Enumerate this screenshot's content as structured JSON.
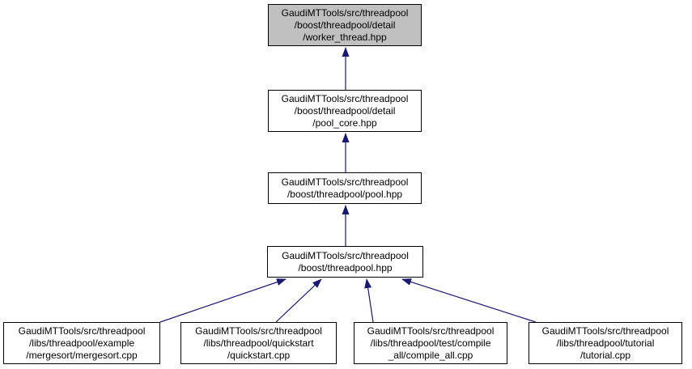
{
  "colors": {
    "edge": "#191970",
    "border": "#000000",
    "node_fill": "#ffffff",
    "selected_node_fill": "#c0c0c0",
    "text": "#000000",
    "background": "#ffffff"
  },
  "nodes": [
    {
      "id": "worker_thread",
      "selected": true,
      "lines": [
        "GaudiMTTools/src/threadpool",
        "/boost/threadpool/detail",
        "/worker_thread.hpp"
      ]
    },
    {
      "id": "pool_core",
      "selected": false,
      "lines": [
        "GaudiMTTools/src/threadpool",
        "/boost/threadpool/detail",
        "/pool_core.hpp"
      ]
    },
    {
      "id": "pool",
      "selected": false,
      "lines": [
        "GaudiMTTools/src/threadpool",
        "/boost/threadpool/pool.hpp"
      ]
    },
    {
      "id": "threadpool",
      "selected": false,
      "lines": [
        "GaudiMTTools/src/threadpool",
        "/boost/threadpool.hpp"
      ]
    },
    {
      "id": "mergesort",
      "selected": false,
      "lines": [
        "GaudiMTTools/src/threadpool",
        "/libs/threadpool/example",
        "/mergesort/mergesort.cpp"
      ]
    },
    {
      "id": "quickstart",
      "selected": false,
      "lines": [
        "GaudiMTTools/src/threadpool",
        "/libs/threadpool/quickstart",
        "/quickstart.cpp"
      ]
    },
    {
      "id": "compile_all",
      "selected": false,
      "lines": [
        "GaudiMTTools/src/threadpool",
        "/libs/threadpool/test/compile",
        "_all/compile_all.cpp"
      ]
    },
    {
      "id": "tutorial",
      "selected": false,
      "lines": [
        "GaudiMTTools/src/threadpool",
        "/libs/threadpool/tutorial",
        "/tutorial.cpp"
      ]
    }
  ],
  "edges": [
    {
      "from": "pool_core",
      "to": "worker_thread"
    },
    {
      "from": "pool",
      "to": "pool_core"
    },
    {
      "from": "threadpool",
      "to": "pool"
    },
    {
      "from": "mergesort",
      "to": "threadpool"
    },
    {
      "from": "quickstart",
      "to": "threadpool"
    },
    {
      "from": "compile_all",
      "to": "threadpool"
    },
    {
      "from": "tutorial",
      "to": "threadpool"
    }
  ]
}
